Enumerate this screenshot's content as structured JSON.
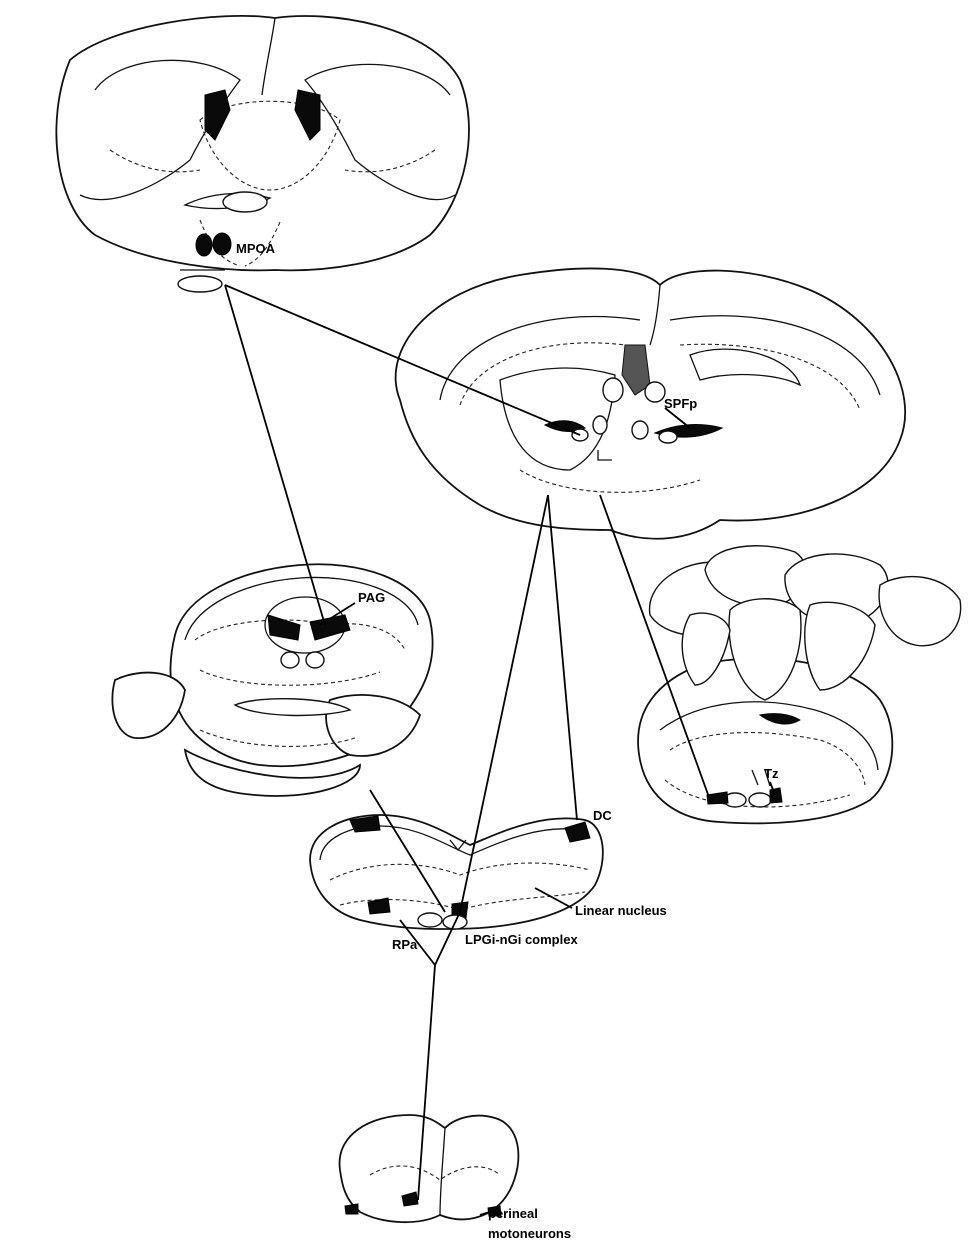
{
  "labels": {
    "mpoa": "MPOA",
    "spfp": "SPFp",
    "pag": "PAG",
    "tz": "Tz",
    "dc": "DC",
    "linear_nucleus": "Linear nucleus",
    "rpa": "RPa",
    "lpgi": "LPGi-nGi complex",
    "perineal_1": "perineal",
    "perineal_2": "motoneurons"
  },
  "colors": {
    "ink": "#000000",
    "nucleus_fill": "#0a0a0a",
    "shaded_fill": "#555555",
    "background": "#ffffff"
  }
}
